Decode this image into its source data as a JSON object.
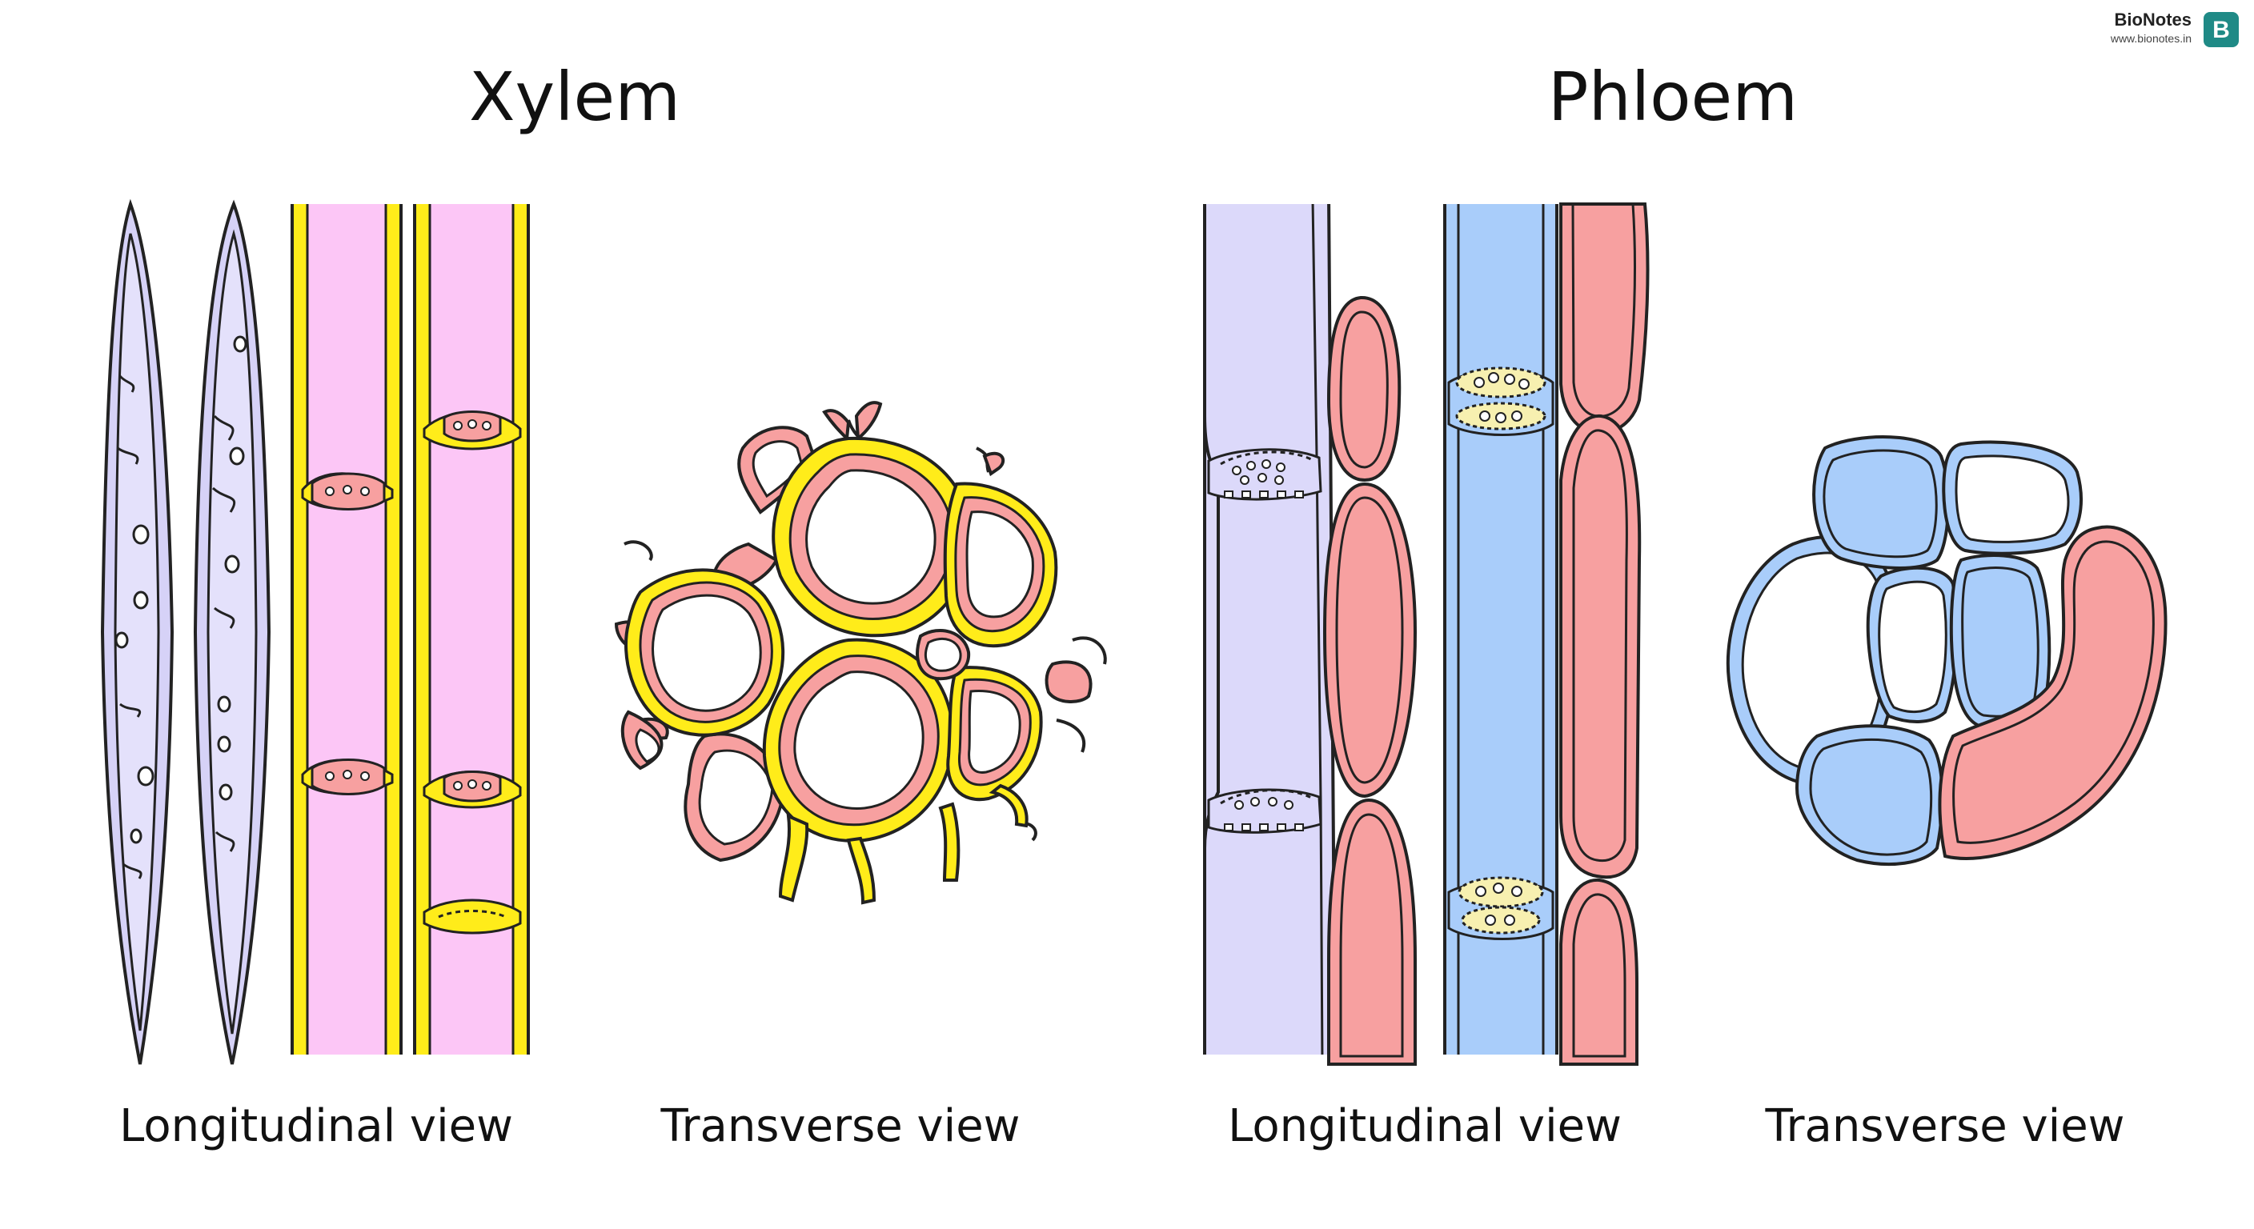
{
  "titles": {
    "xylem": "Xylem",
    "phloem": "Phloem"
  },
  "captions": {
    "xylem_longitudinal": "Longitudinal view",
    "xylem_transverse": "Transverse view",
    "phloem_longitudinal": "Longitudinal view",
    "phloem_transverse": "Transverse view"
  },
  "brand": {
    "name": "BioNotes",
    "url": "www.bionotes.in",
    "logo_letter": "B"
  },
  "colors": {
    "tracheid": "#d6d2f7",
    "vessel_fill": "#fcc6f6",
    "vessel_wall": "#ffec1a",
    "parenchyma": "#f7a0a0",
    "sieve_tube": "#a9cdfa",
    "companion": "#f7a0a0",
    "phloem_light": "#dcd9fa",
    "outline": "#222222",
    "brand_logo": "#1f8a86"
  }
}
